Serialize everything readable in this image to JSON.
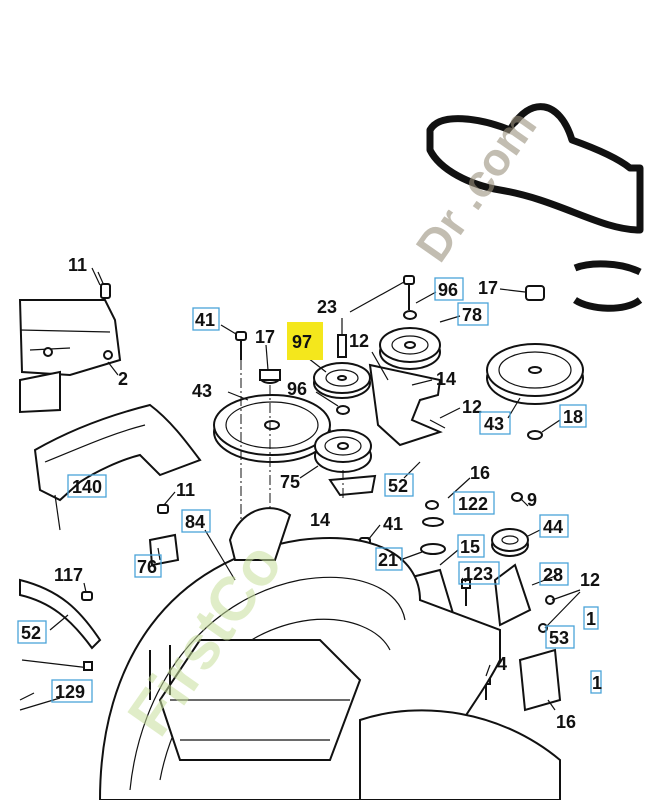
{
  "highlight_color": "#f4e71c",
  "label_box_color": "#4aa3d8",
  "watermark": {
    "text_dark": "Dr .com",
    "text_light": "FirstCo",
    "color_dark": "#9b927e",
    "color_light": "#c8e09c"
  },
  "parts": {
    "p11a": "11",
    "p2": "2",
    "p41a": "41",
    "p17a": "17",
    "p97": "97",
    "p23": "23",
    "p12a": "12",
    "p96a": "96",
    "p78": "78",
    "p17b": "17",
    "p43a": "43",
    "p96b": "96",
    "p14a": "14",
    "p12b": "12",
    "p43b": "43",
    "p18": "18",
    "p75": "75",
    "p52a": "52",
    "p16a": "16",
    "p140": "140",
    "p122": "122",
    "p9": "9",
    "p14b": "14",
    "p11b": "11",
    "p84": "84",
    "p41b": "41",
    "p44": "44",
    "p76": "76",
    "p21": "21",
    "p15": "15",
    "p28": "28",
    "p117": "117",
    "p123": "123",
    "p12c": "12",
    "p52b": "52",
    "p53": "53",
    "p1": "1",
    "p4": "4",
    "p129": "129",
    "p16b": "16",
    "p1b": "1"
  }
}
